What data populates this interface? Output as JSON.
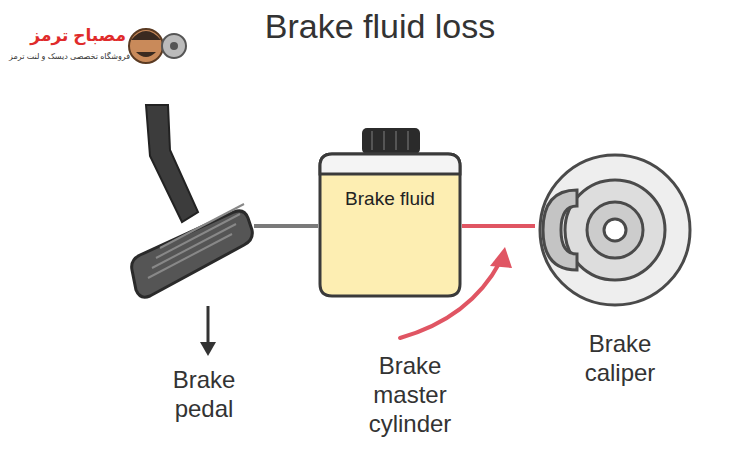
{
  "diagram": {
    "title": "Brake fluid loss",
    "nodes": [
      {
        "text": [
          "Brake pedal"
        ]
      },
      {
        "text": [
          "Brake fluid"
        ]
      },
      {
        "text": [
          "Brake caliper"
        ]
      }
    ],
    "edges": [
      {
        "from": 0,
        "to": 1,
        "arrow": "none"
      },
      {
        "from": 1,
        "to": 2,
        "arrow": "none"
      }
    ],
    "labels": [
      "مصباح ترمز",
      "فروشگاه تخصصی دیسک و لنت ترمز",
      "Brake master cylinder"
    ]
  }
}
